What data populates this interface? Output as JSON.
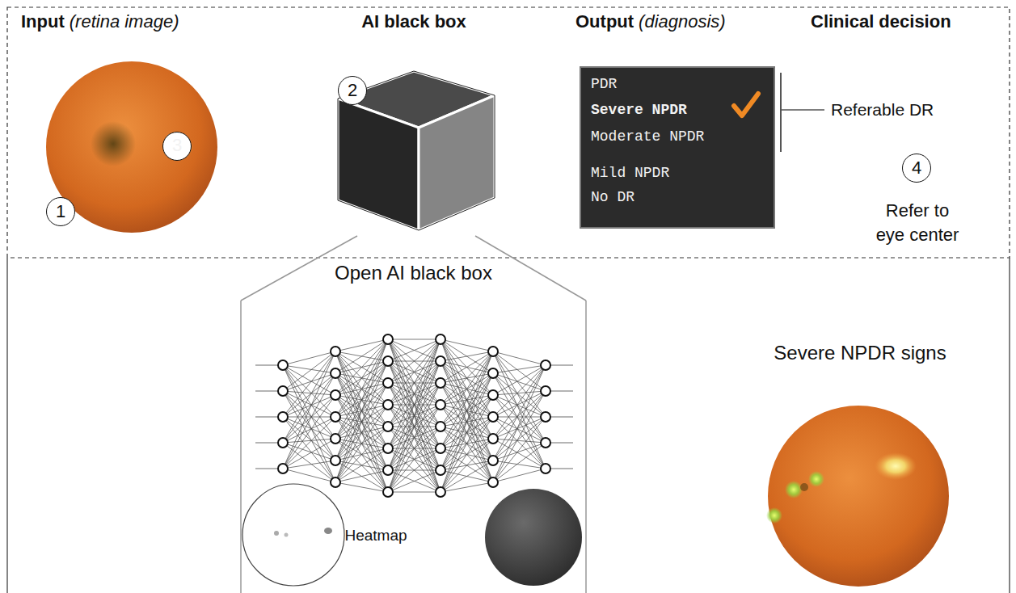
{
  "diagram": {
    "nodes": [
      {
        "text": [
          "1"
        ]
      },
      {
        "text": [
          "2"
        ]
      },
      {
        "text": [
          "PDR",
          "Severe NPDR",
          "Moderate NPDR",
          "Mild NPDR",
          "No DR"
        ]
      },
      {
        "text": [
          "3"
        ],
        "in": 2
      },
      {
        "text": [
          "4"
        ]
      },
      {
        "text": [
          "Open AI black box",
          "Heatmap"
        ]
      }
    ],
    "labels": [
      "Input",
      "(retina image)",
      "AI black box",
      "Output",
      "(diagnosis)",
      "Clinical decision",
      "Referable DR",
      "Refer to eye center",
      "Severe NPDR signs"
    ]
  }
}
